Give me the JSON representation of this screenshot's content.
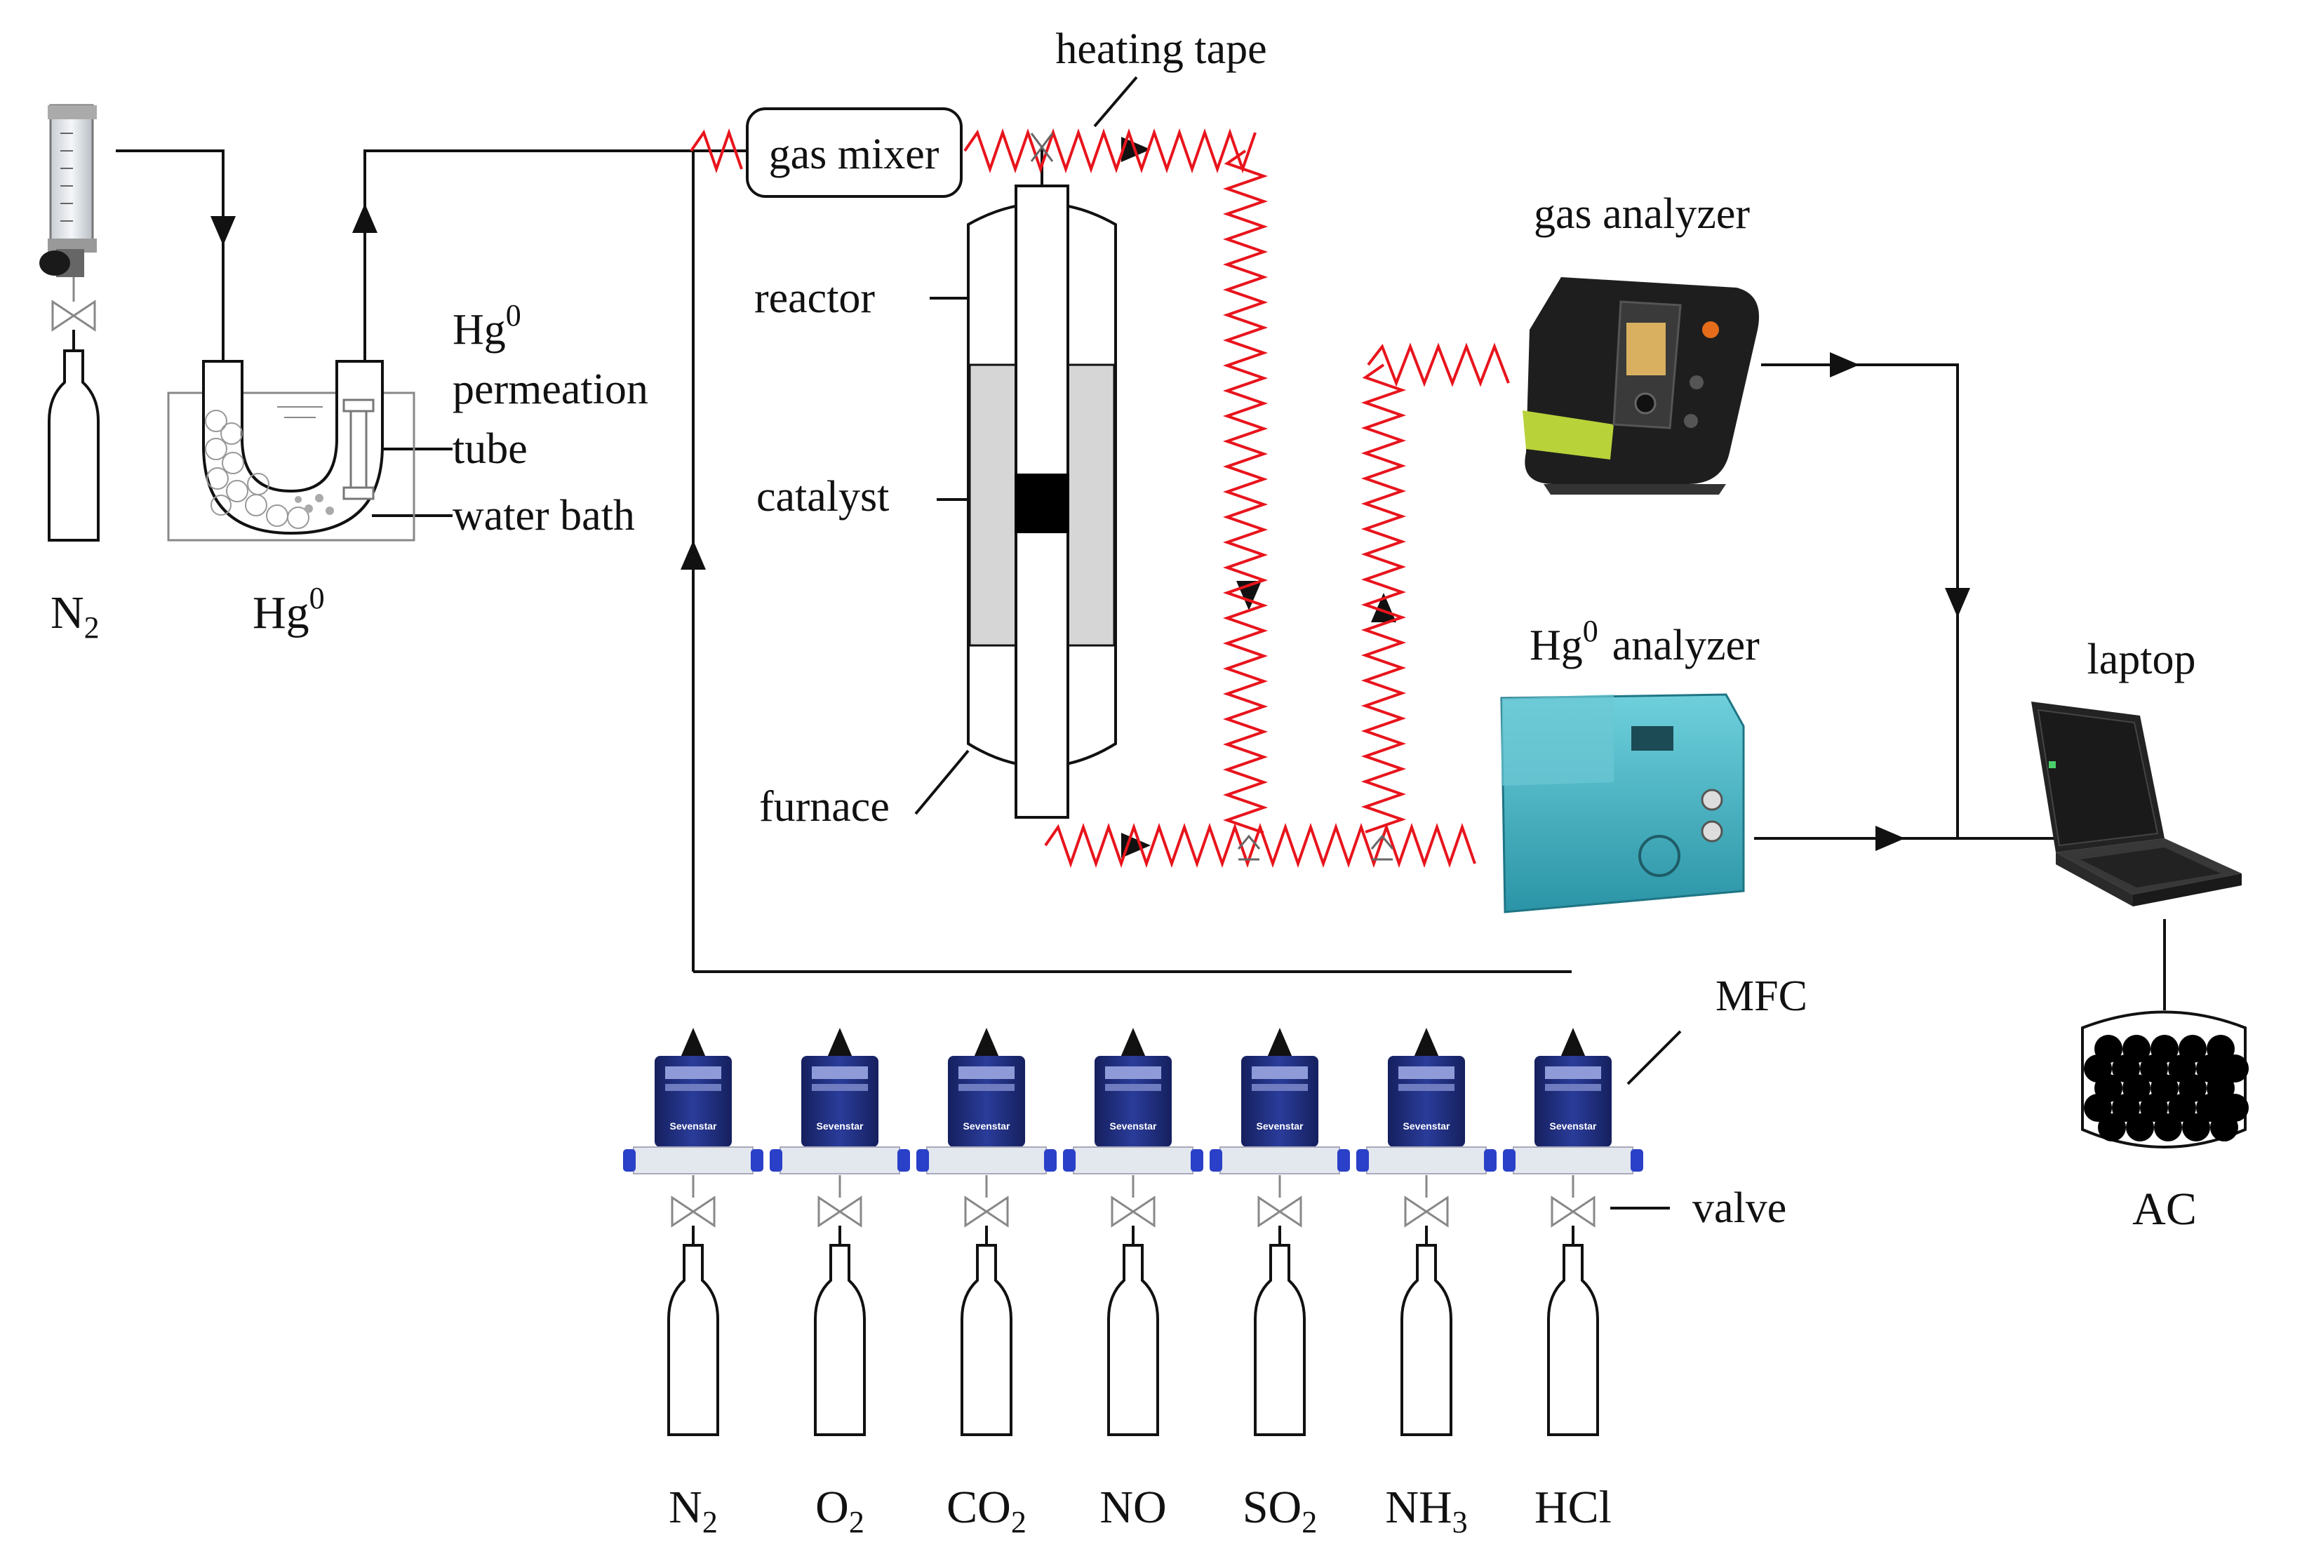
{
  "labels": {
    "heating_tape": "heating tape",
    "gas_mixer": "gas mixer",
    "gas_analyzer": "gas analyzer",
    "reactor": "reactor",
    "catalyst": "catalyst",
    "furnace": "furnace",
    "hg_permeation": {
      "element": "Hg",
      "sup": "0",
      "line2": "permeation",
      "line3": "tube",
      "line4": "water bath"
    },
    "hg_source": {
      "element": "Hg",
      "sup": "0"
    },
    "n2_left": {
      "main": "N",
      "sub": "2"
    },
    "hg_analyzer": {
      "element": "Hg",
      "sup": "0",
      "rest": "analyzer"
    },
    "laptop": "laptop",
    "ac": "AC",
    "mfc": "MFC",
    "valve": "valve",
    "mfc_brand": "Sevenstar"
  },
  "gases": [
    {
      "main": "N",
      "sub": "2"
    },
    {
      "main": "O",
      "sub": "2"
    },
    {
      "main": "CO",
      "sub": "2"
    },
    {
      "main": "NO",
      "sub": ""
    },
    {
      "main": "SO",
      "sub": "2"
    },
    {
      "main": "NH",
      "sub": "3"
    },
    {
      "main": "HCl",
      "sub": ""
    }
  ],
  "colors": {
    "heating_tape": "#e8141c",
    "line": "#111111",
    "mfc_body": "#1b2b7a",
    "mfc_cap": "#2a40c8",
    "analyzer_teal": "#3fb7c6",
    "catalyst_bed": "#d6d6d6",
    "gas_analyzer_body": "#1e1e1e",
    "gas_analyzer_accent": "#b8d23a"
  },
  "icons": {
    "rotameter": "flowmeter-icon",
    "cylinder": "gas-cylinder-icon",
    "valve": "needle-valve-icon",
    "laptop": "laptop-icon",
    "gas_analyzer": "portable-gas-analyzer-icon",
    "hg_analyzer": "mercury-analyzer-icon",
    "mfc": "mass-flow-controller-icon",
    "ac": "activated-carbon-trap-icon"
  }
}
